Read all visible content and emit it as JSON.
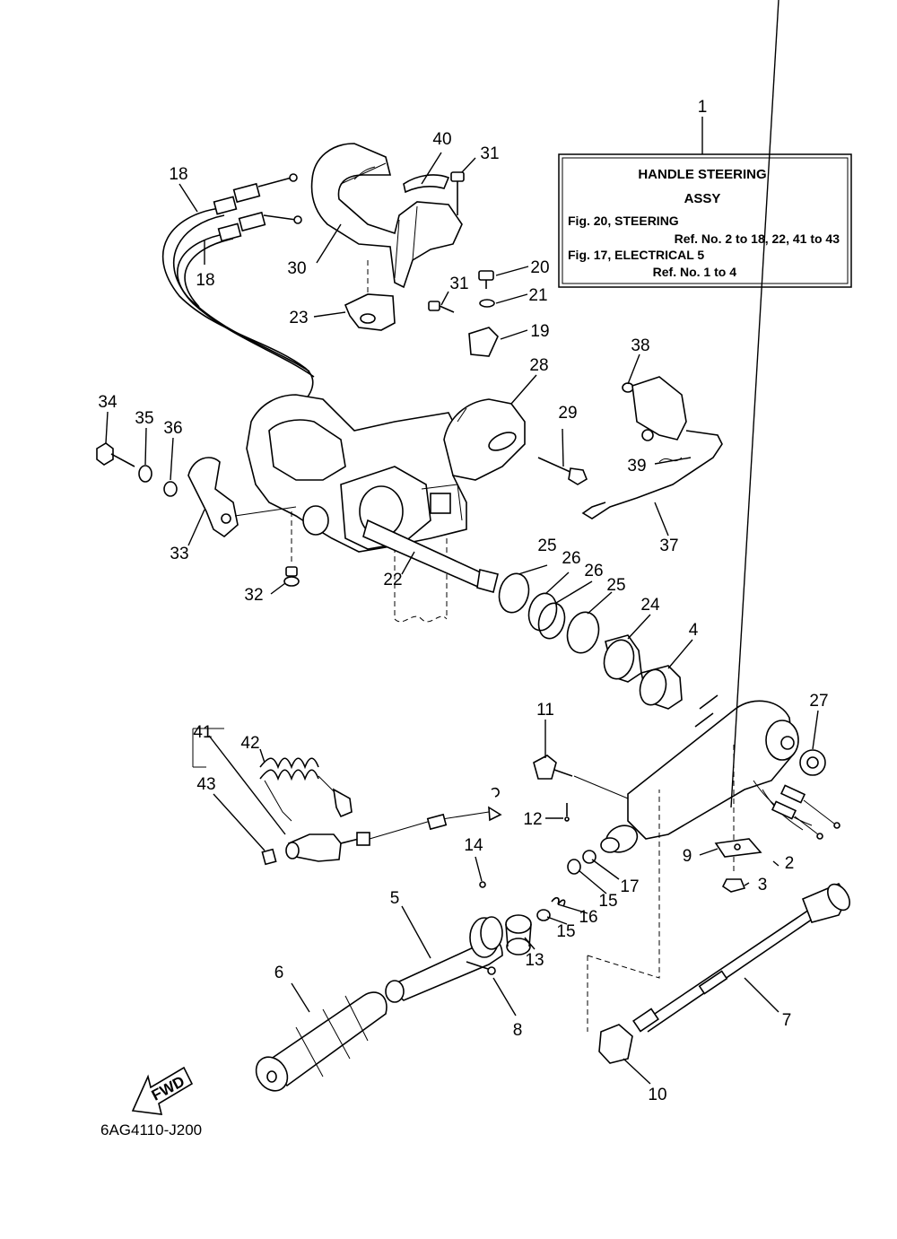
{
  "callouts": [
    "1",
    "2",
    "3",
    "4",
    "5",
    "6",
    "7",
    "8",
    "9",
    "10",
    "11",
    "12",
    "13",
    "14",
    "15",
    "15",
    "16",
    "17",
    "18",
    "18",
    "19",
    "20",
    "21",
    "22",
    "23",
    "24",
    "25",
    "25",
    "26",
    "26",
    "27",
    "28",
    "29",
    "30",
    "31",
    "31",
    "32",
    "33",
    "34",
    "35",
    "36",
    "37",
    "38",
    "39",
    "40",
    "41",
    "42",
    "43"
  ],
  "info_box": {
    "title_line1": "HANDLE STEERING",
    "title_line2": "ASSY",
    "line1": "Fig. 20, STEERING",
    "line2": "Ref. No. 2 to 18, 22, 41 to 43",
    "line3": "Fig. 17, ELECTRICAL 5",
    "line4": "Ref. No. 1 to 4"
  },
  "fwd_label": "FWD",
  "diagram_code": "6AG4110-J200"
}
